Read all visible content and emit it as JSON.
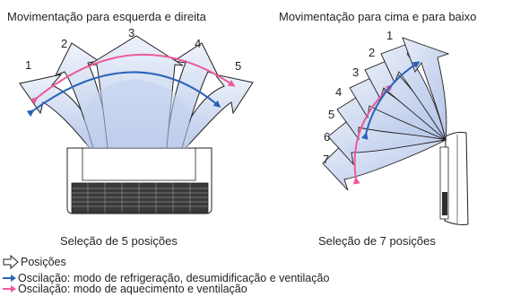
{
  "left_panel": {
    "title": "Movimentação para esquerda e direita",
    "position_numbers": [
      "1",
      "2",
      "3",
      "4",
      "5"
    ],
    "caption": "Seleção de 5 posições"
  },
  "right_panel": {
    "title": "Movimentação para cima e para baixo",
    "position_numbers": [
      "1",
      "2",
      "3",
      "4",
      "5",
      "6",
      "7"
    ],
    "caption": "Seleção de 7 posições"
  },
  "legend": {
    "positions": "Posições",
    "blue": "Oscilação: modo de refrigeração, desumidificação e ventilação",
    "pink": "Oscilação: modo de aquecimento e ventilação"
  },
  "colors": {
    "airflow_fill": "#c9d6ef",
    "blue_arrow": "#2a63b8",
    "pink_arrow": "#ec5a9b",
    "outline": "#231f20"
  }
}
